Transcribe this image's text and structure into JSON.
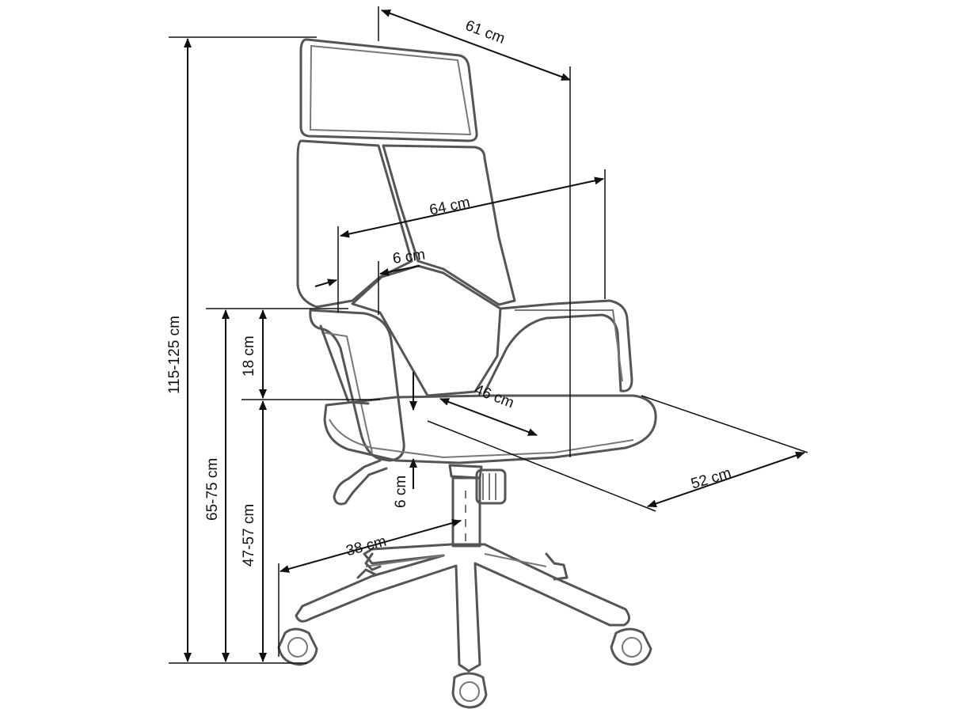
{
  "dimensions": {
    "depth_top": "61 cm",
    "width_arms": "64 cm",
    "arm_width": "6 cm",
    "total_height": "115-125 cm",
    "arm_height_from_floor": "65-75 cm",
    "arm_above_seat": "18 cm",
    "seat_height": "47-57 cm",
    "seat_depth": "46 cm",
    "seat_width": "52 cm",
    "seat_thickness": "6 cm",
    "base_radius": "38 cm"
  }
}
